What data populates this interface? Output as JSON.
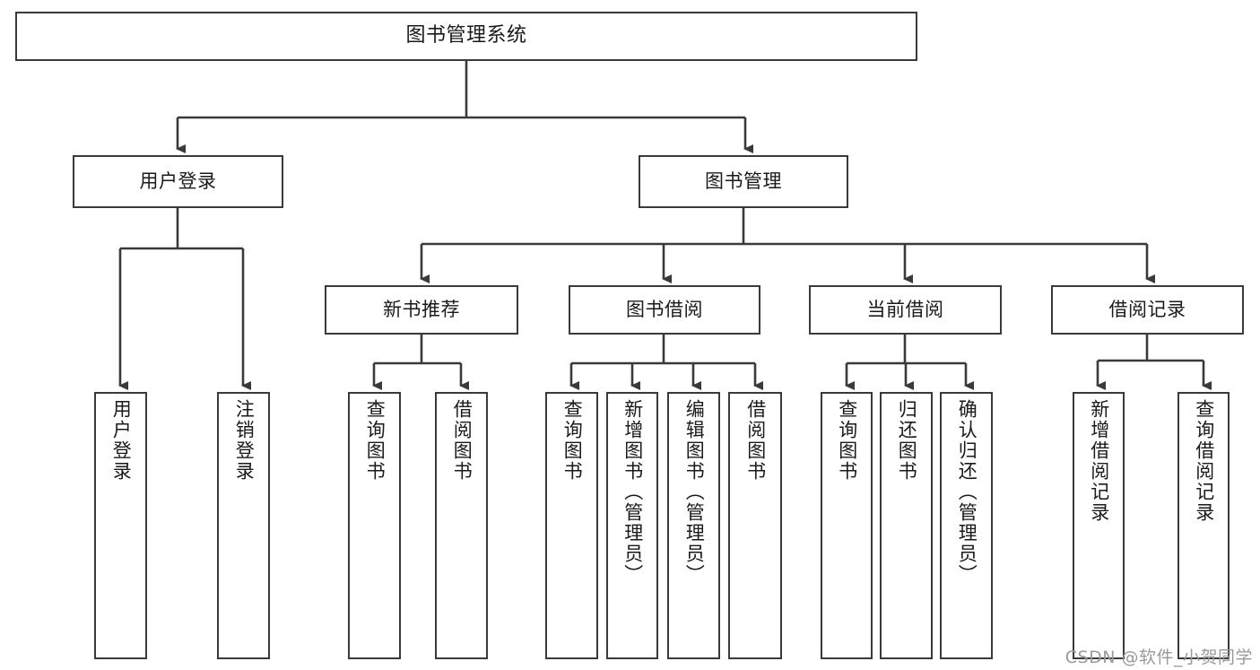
{
  "diagram": {
    "title": "图书管理系统",
    "watermark": "CSDN @软件_小贺同学",
    "stroke_color": "#3a3a3a",
    "text_color": "#1a1a1a",
    "background": "#ffffff",
    "root": {
      "label": "图书管理系统"
    },
    "level2": [
      {
        "label": "用户登录"
      },
      {
        "label": "图书管理"
      }
    ],
    "level3": [
      {
        "label": "新书推荐"
      },
      {
        "label": "图书借阅"
      },
      {
        "label": "当前借阅"
      },
      {
        "label": "借阅记录"
      }
    ],
    "leaves": {
      "user_login": [
        {
          "label": "用户登录"
        },
        {
          "label": "注销登录"
        }
      ],
      "new_book": [
        {
          "label": "查询图书"
        },
        {
          "label": "借阅图书"
        }
      ],
      "book_borrow": [
        {
          "label": "查询图书"
        },
        {
          "label": "新增图书（管理员）"
        },
        {
          "label": "编辑图书（管理员）"
        },
        {
          "label": "借阅图书"
        }
      ],
      "current_borrow": [
        {
          "label": "查询图书"
        },
        {
          "label": "归还图书"
        },
        {
          "label": "确认归还（管理员）"
        }
      ],
      "borrow_record": [
        {
          "label": "新增借阅记录"
        },
        {
          "label": "查询借阅记录"
        }
      ]
    }
  }
}
